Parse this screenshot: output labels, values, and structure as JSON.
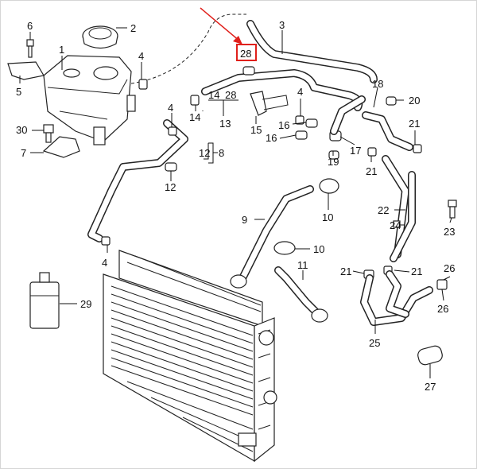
{
  "labels": {
    "l1": "1",
    "l2": "2",
    "l3": "3",
    "l4a": "4",
    "l4b": "4",
    "l4c": "4",
    "l4d": "4",
    "l5": "5",
    "l6": "6",
    "l7": "7",
    "l8": "8",
    "l9": "9",
    "l10a": "10",
    "l10b": "10",
    "l11": "11",
    "l12a": "12",
    "l12b": "12",
    "l13": "13",
    "l14a": "14",
    "l14b": "14",
    "l15": "15",
    "l16a": "16",
    "l16b": "16",
    "l17": "17",
    "l18": "18",
    "l19": "19",
    "l20": "20",
    "l21a": "21",
    "l21b": "21",
    "l21c": "21",
    "l21d": "21",
    "l22": "22",
    "l23": "23",
    "l24": "24",
    "l25": "25",
    "l26a": "26",
    "l26b": "26",
    "l27": "27",
    "l28": "28",
    "l28box": "28",
    "l29": "29",
    "l30": "30"
  },
  "colors": {
    "highlight": "#e0201b",
    "ink": "#111111"
  }
}
